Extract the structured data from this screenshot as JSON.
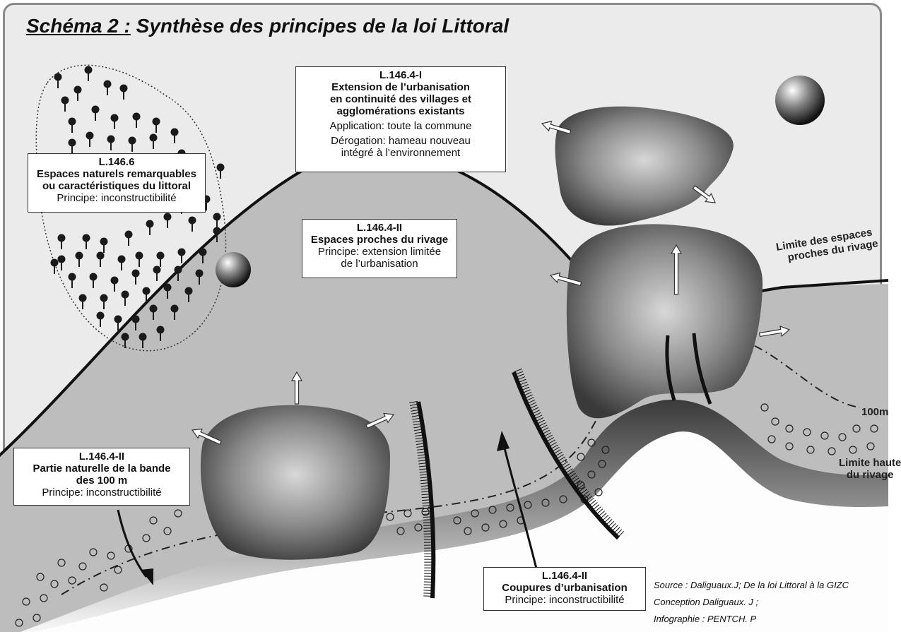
{
  "title": {
    "prefix": "Schéma 2 :",
    "text": " Synthèse des principes de la loi Littoral"
  },
  "boxes": {
    "extension": {
      "code": "L.146.4-I",
      "heading": [
        "Extension de l’urbanisation",
        "en continuité des villages et",
        "agglomérations existants"
      ],
      "application": "Application: toute la commune",
      "derogation": [
        "Dérogation: hameau nouveau",
        "intégré à l’environnement"
      ]
    },
    "espaces_naturels": {
      "code": "L.146.6",
      "heading": [
        "Espaces naturels remarquables",
        "ou caractéristiques du littoral"
      ],
      "principle": "Principe: inconstructibilité"
    },
    "espaces_proches": {
      "code": "L.146.4-II",
      "heading": "Espaces proches du rivage",
      "principle": [
        "Principe: extension limitée",
        "de l’urbanisation"
      ]
    },
    "bande_100m": {
      "code": "L.146.4-II",
      "heading": [
        "Partie naturelle de la bande",
        "des 100 m"
      ],
      "principle": "Principe: inconstructibilité"
    },
    "coupures": {
      "code": "L.146.4-II",
      "heading": "Coupures d’urbanisation",
      "principle": "Principe: inconstructibilité"
    }
  },
  "labels": {
    "limite_espaces": [
      "Limite des espaces",
      "proches du rivage"
    ],
    "limite_haute": [
      "Limite haute",
      "du rivage"
    ],
    "distance": "100m"
  },
  "source": [
    "Source : Daliguaux.J; De la loi Littoral à la GIZC",
    "Conception Daliguaux. J ;",
    "Infographie : PENTCH. P"
  ],
  "colors": {
    "frame": "#8a8a8a",
    "background": "#ebebeb",
    "near_shore_zone": "#bdbdbd",
    "tree": "#1a1a1a"
  },
  "icons": [
    "tree-icon",
    "sphere-icon",
    "arrow-icon"
  ]
}
